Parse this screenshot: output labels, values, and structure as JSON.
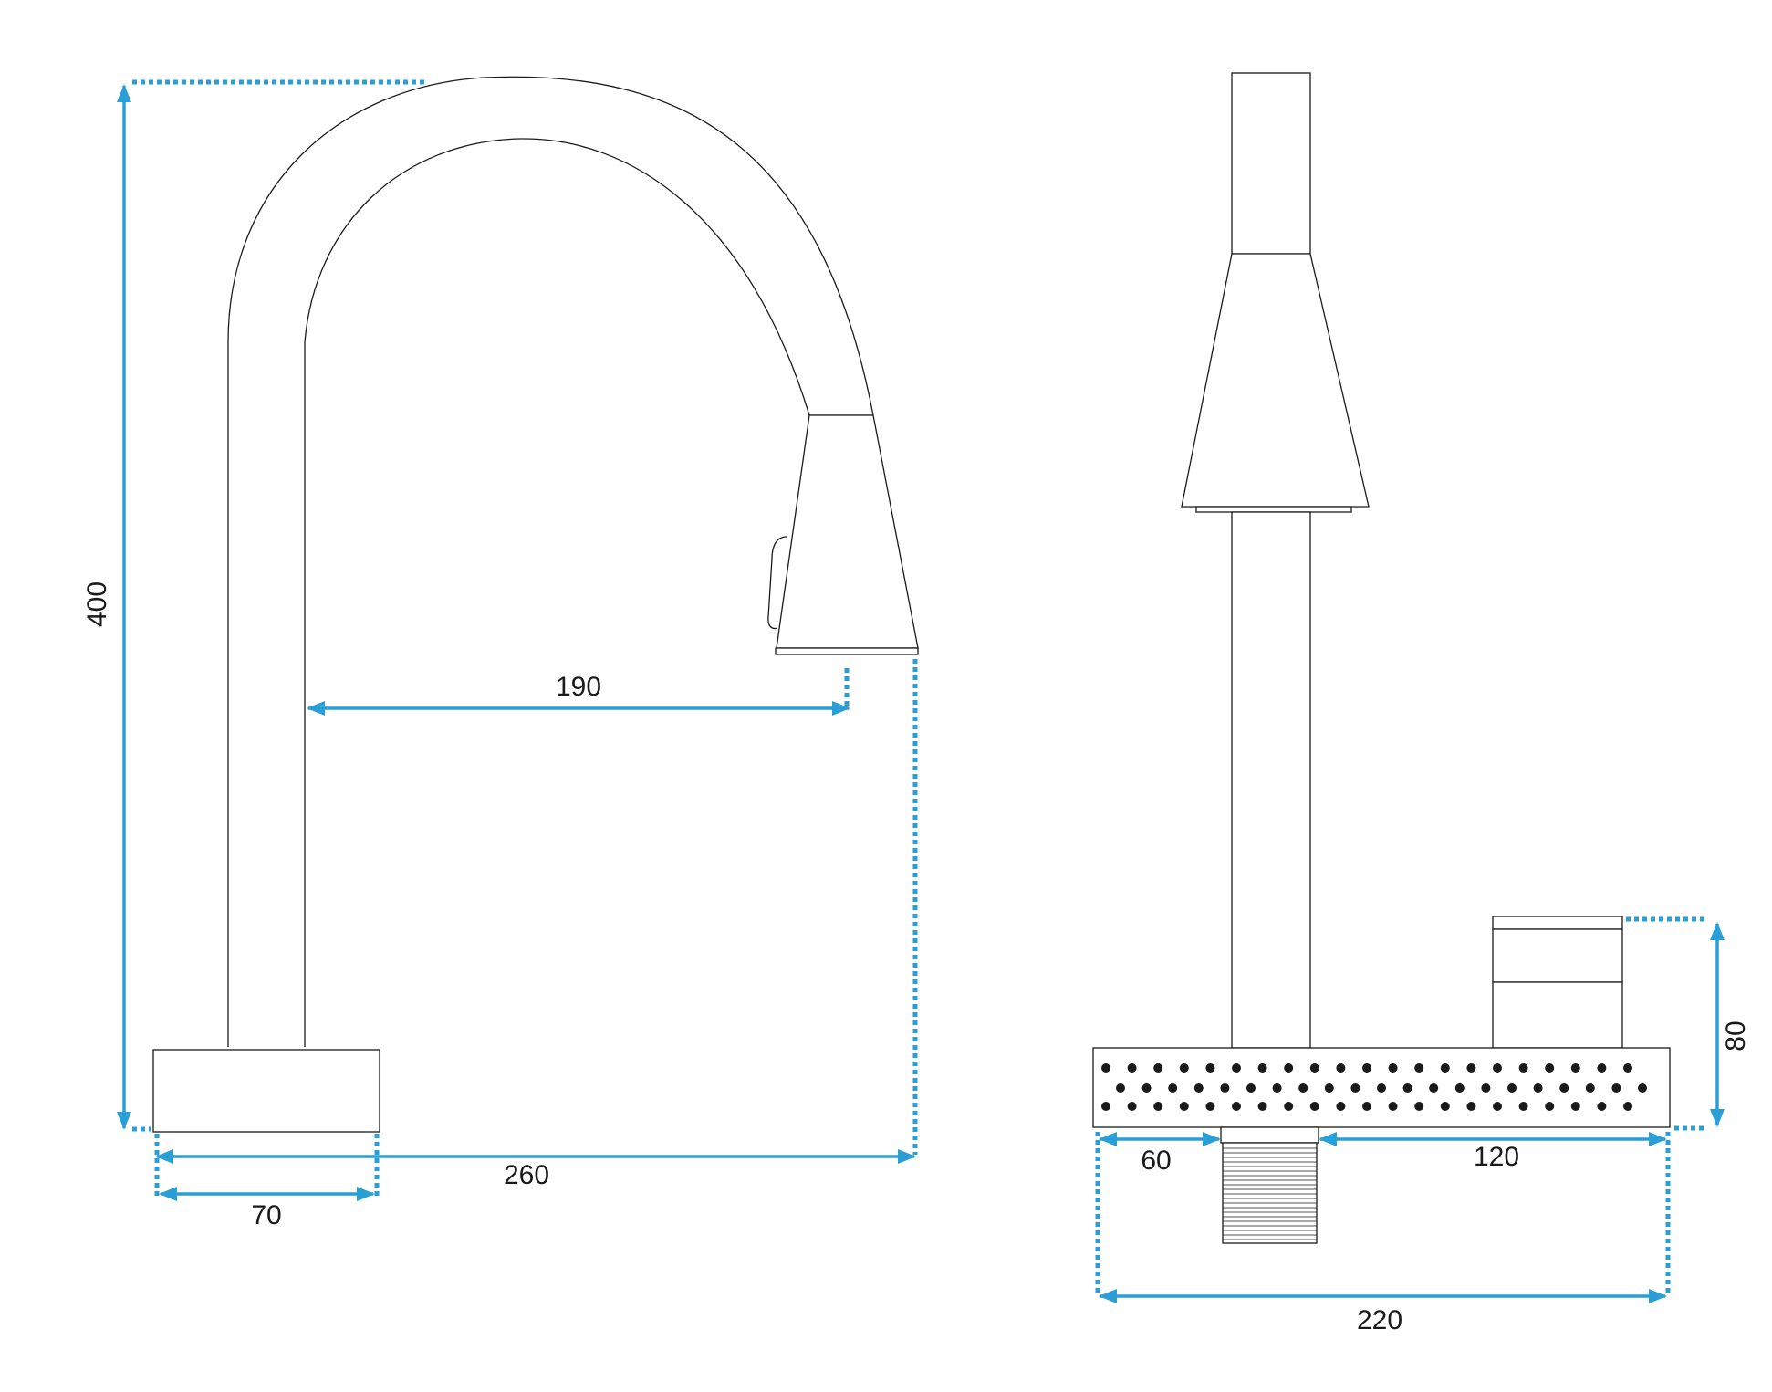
{
  "drawing": {
    "accent_color": "#2a9fd6",
    "line_color": "#1a1a1a",
    "views": [
      "side-view",
      "front-view"
    ]
  },
  "dimensions": {
    "total_height": "400",
    "spout_reach": "190",
    "total_depth": "260",
    "base_depth": "70",
    "base_width": "220",
    "spout_offset": "60",
    "handle_offset": "120",
    "handle_height": "80"
  }
}
